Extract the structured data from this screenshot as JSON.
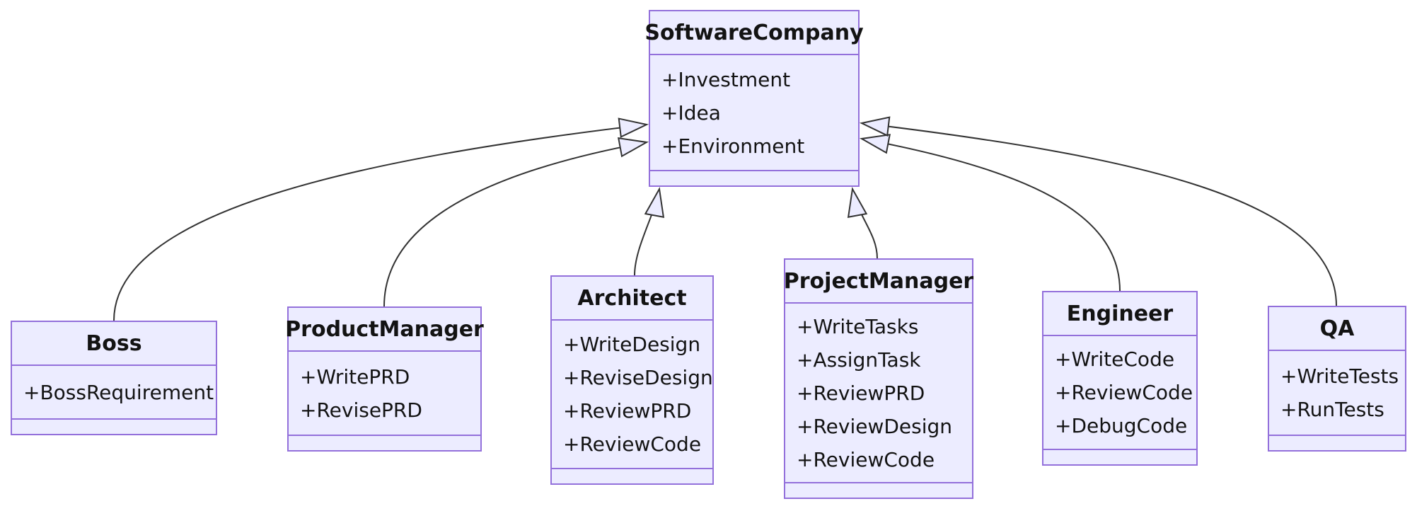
{
  "diagram": {
    "type": "uml-class-diagram",
    "colors": {
      "node_fill": "#ECECFF",
      "node_border": "#9370DB",
      "edge_line": "#333333",
      "text": "#131313",
      "background": "#ffffff"
    },
    "classes": [
      {
        "name": "SoftwareCompany",
        "members": [
          "+Investment",
          "+Idea",
          "+Environment"
        ]
      },
      {
        "name": "Boss",
        "members": [
          "+BossRequirement"
        ]
      },
      {
        "name": "ProductManager",
        "members": [
          "+WritePRD",
          "+RevisePRD"
        ]
      },
      {
        "name": "Architect",
        "members": [
          "+WriteDesign",
          "+ReviseDesign",
          "+ReviewPRD",
          "+ReviewCode"
        ]
      },
      {
        "name": "ProjectManager",
        "members": [
          "+WriteTasks",
          "+AssignTask",
          "+ReviewPRD",
          "+ReviewDesign",
          "+ReviewCode"
        ]
      },
      {
        "name": "Engineer",
        "members": [
          "+WriteCode",
          "+ReviewCode",
          "+DebugCode"
        ]
      },
      {
        "name": "QA",
        "members": [
          "+WriteTests",
          "+RunTests"
        ]
      }
    ],
    "relationships": [
      {
        "from": "Boss",
        "to": "SoftwareCompany",
        "type": "inheritance",
        "arrowhead": "hollow-triangle"
      },
      {
        "from": "ProductManager",
        "to": "SoftwareCompany",
        "type": "inheritance",
        "arrowhead": "hollow-triangle"
      },
      {
        "from": "Architect",
        "to": "SoftwareCompany",
        "type": "inheritance",
        "arrowhead": "hollow-triangle"
      },
      {
        "from": "ProjectManager",
        "to": "SoftwareCompany",
        "type": "inheritance",
        "arrowhead": "hollow-triangle"
      },
      {
        "from": "Engineer",
        "to": "SoftwareCompany",
        "type": "inheritance",
        "arrowhead": "hollow-triangle"
      },
      {
        "from": "QA",
        "to": "SoftwareCompany",
        "type": "inheritance",
        "arrowhead": "hollow-triangle"
      }
    ]
  }
}
